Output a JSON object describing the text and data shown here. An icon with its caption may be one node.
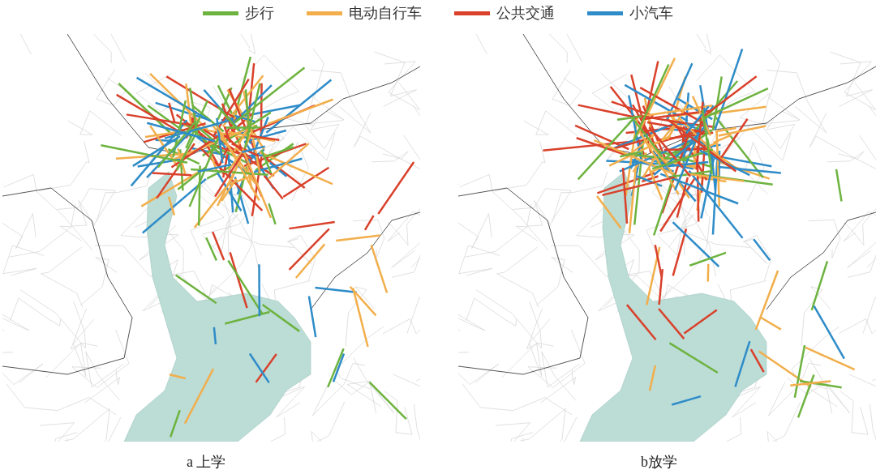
{
  "diagram": {
    "labels": [
      "a 上学",
      "b放学"
    ],
    "legend": [
      {
        "text": "步行",
        "color": "#6db33f"
      },
      {
        "text": "电动自行车",
        "color": "#f2ae4b"
      },
      {
        "text": "公共交通",
        "color": "#d9412b"
      },
      {
        "text": "小汽车",
        "color": "#2e8cc8"
      }
    ]
  }
}
